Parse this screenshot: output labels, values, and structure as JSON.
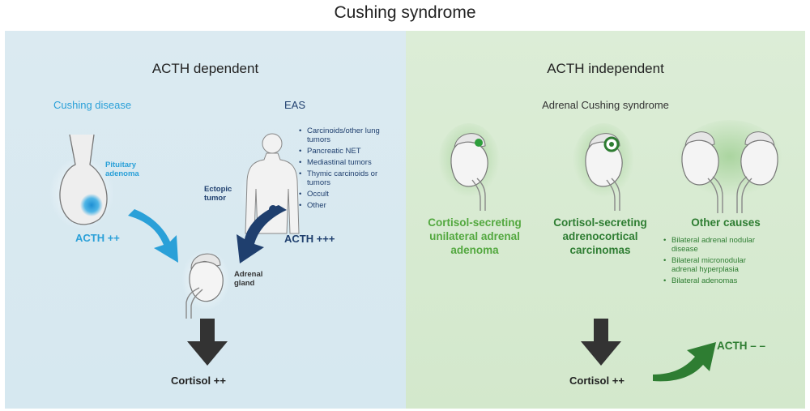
{
  "title": "Cushing syndrome",
  "left": {
    "heading": "ACTH dependent",
    "cushing_disease": "Cushing disease",
    "pituitary_label": "Pituitary adenoma",
    "eas": "EAS",
    "ectopic_label": "Ectopic tumor",
    "eas_list": [
      "Carcinoids/other lung tumors",
      "Pancreatic NET",
      "Mediastinal tumors",
      "Thymic carcinoids or tumors",
      "Occult",
      "Other"
    ],
    "acth_pp": "ACTH ++",
    "acth_ppp": "ACTH +++",
    "adrenal_label": "Adrenal gland",
    "cortisol": "Cortisol ++"
  },
  "right": {
    "heading": "ACTH independent",
    "subheading": "Adrenal Cushing syndrome",
    "cause1": "Cortisol-secreting unilateral adrenal adenoma",
    "cause2": "Cortisol-secreting adrenocortical carcinomas",
    "cause3": "Other causes",
    "other_list": [
      "Bilateral adrenal nodular disease",
      "Bilateral micronodular adrenal hyperplasia",
      "Bilateral adenomas"
    ],
    "cortisol": "Cortisol ++",
    "acth_minus": "ACTH – –"
  },
  "colors": {
    "light_blue": "#2aa0d8",
    "navy": "#1f3f6e",
    "dark_green": "#2e7d32",
    "light_green": "#53a83f",
    "arrow_dark": "#333333"
  },
  "icons": [
    "pituitary-icon",
    "body-silhouette-icon",
    "adrenal-gland-icon",
    "down-arrow-icon",
    "curved-arrow-icon"
  ]
}
